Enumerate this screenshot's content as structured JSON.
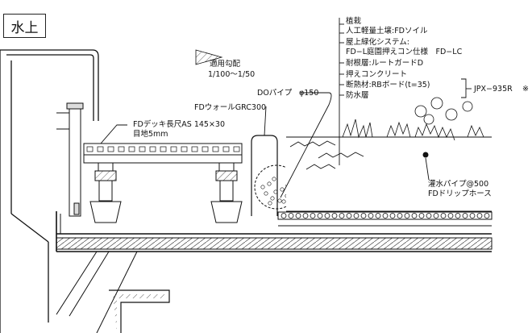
{
  "title": "水上",
  "labels": {
    "slope": "適用勾配",
    "slope_value": "1/100〜1/50",
    "deck": "FDデッキ長尺AS 145×30",
    "deck_joint": "目地5mm",
    "wall": "FDウォールGRC300",
    "do_pipe": "DOパイプ",
    "do_pipe_size": "φ150",
    "irrigation": "灌水パイプ@500",
    "drip_hose": "FDドリップホース"
  },
  "layers": [
    "植栽",
    "人工軽量土壌:FDソイル",
    "屋上緑化システム:",
    "FD−L庭園押えコン仕様　FD−LC",
    "耐根層:ルートガードD",
    "押えコンクリート",
    "断熱材:RBボード(t=35)",
    "防水層"
  ],
  "spec": {
    "code": "JPX−935R",
    "mark": "※"
  }
}
